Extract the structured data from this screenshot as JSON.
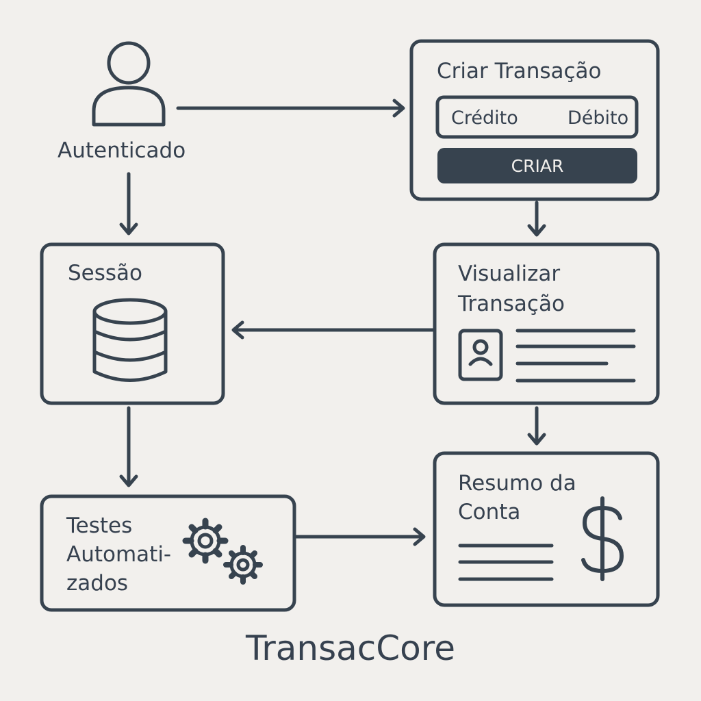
{
  "user": {
    "label": "Autenticado"
  },
  "create": {
    "title": "Criar Transação",
    "option_credit": "Crédito",
    "option_debit": "Débito",
    "button": "CRIAR"
  },
  "session": {
    "title": "Sessão"
  },
  "view": {
    "title_line1": "Visualizar",
    "title_line2": "Transação"
  },
  "tests": {
    "line1": "Testes",
    "line2": "Automati-",
    "line3": "zados"
  },
  "summary": {
    "line1": "Resumo da",
    "line2": "Conta"
  },
  "brand": "TransacCore",
  "colors": {
    "stroke": "#37434f",
    "background": "#f2f0ed"
  },
  "icons": [
    "user-icon",
    "database-icon",
    "id-card-icon",
    "gears-icon",
    "dollar-icon"
  ]
}
